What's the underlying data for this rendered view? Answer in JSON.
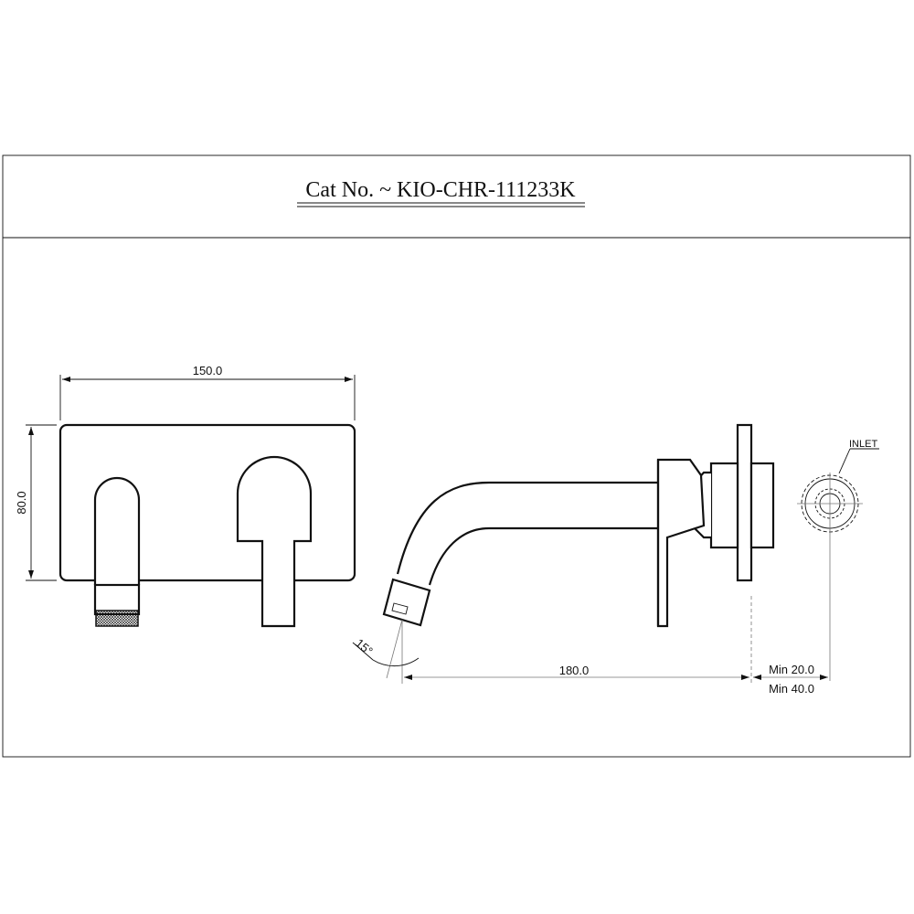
{
  "title_block": {
    "text": "Cat No. ~ KIO-CHR-111233K"
  },
  "front_view": {
    "width_dim": "150.0",
    "height_dim": "80.0"
  },
  "side_view": {
    "angle_dim": "15°",
    "projection_dim": "180.0",
    "min_depth_1": "Min 20.0",
    "min_depth_2": "Min 40.0"
  },
  "inlet_view": {
    "label": "INLET"
  }
}
